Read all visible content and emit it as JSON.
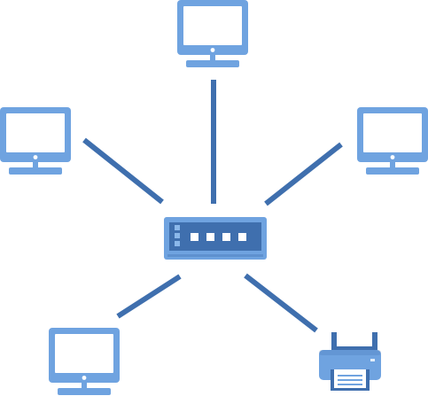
{
  "colors": {
    "link": "#3f6fae",
    "device_fill": "#6fa3e0",
    "device_dark": "#3f6fae",
    "screen": "#ffffff",
    "switch_body": "#6fa3e0",
    "switch_panel": "#3f6fae",
    "switch_port": "#ffffff",
    "switch_led": "#8bb8ea",
    "printer_paper": "#ffffff",
    "printer_paper_lines": "#6fa3e0"
  },
  "nodes": [
    {
      "id": "computer-top",
      "kind": "computer",
      "icon": "desktop-computer-icon"
    },
    {
      "id": "computer-left",
      "kind": "computer",
      "icon": "desktop-computer-icon"
    },
    {
      "id": "computer-right",
      "kind": "computer",
      "icon": "desktop-computer-icon"
    },
    {
      "id": "computer-bottom-left",
      "kind": "computer",
      "icon": "desktop-computer-icon"
    },
    {
      "id": "printer",
      "kind": "printer",
      "icon": "printer-icon"
    },
    {
      "id": "switch",
      "kind": "switch",
      "icon": "network-switch-icon"
    }
  ],
  "links": [
    {
      "from": "switch",
      "to": "computer-top"
    },
    {
      "from": "switch",
      "to": "computer-left"
    },
    {
      "from": "switch",
      "to": "computer-right"
    },
    {
      "from": "switch",
      "to": "computer-bottom-left"
    },
    {
      "from": "switch",
      "to": "printer"
    }
  ]
}
